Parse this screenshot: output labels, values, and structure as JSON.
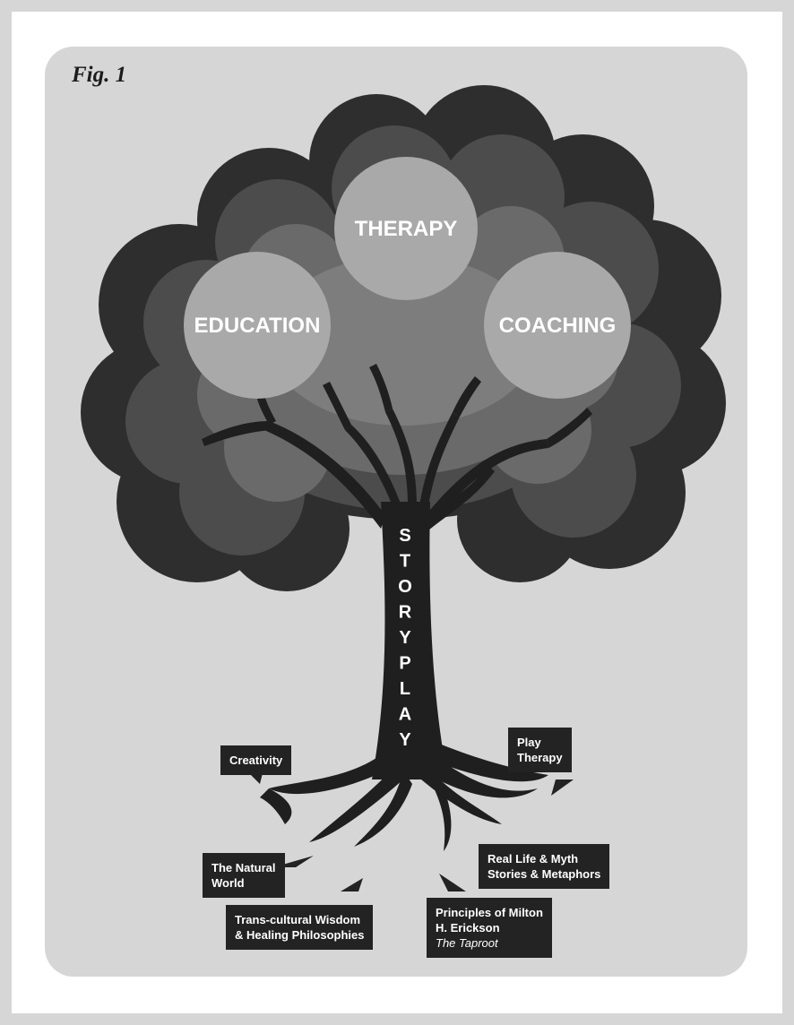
{
  "figure": {
    "label": "Fig. 1"
  },
  "canopy": {
    "circles": [
      {
        "id": "therapy",
        "label": "THERAPY"
      },
      {
        "id": "education",
        "label": "EDUCATION"
      },
      {
        "id": "coaching",
        "label": "COACHING"
      }
    ]
  },
  "trunk": {
    "label": "STORYPLAY",
    "letters": [
      "S",
      "T",
      "O",
      "R",
      "Y",
      "P",
      "L",
      "A",
      "Y"
    ]
  },
  "roots": {
    "creativity": {
      "lines": [
        "Creativity"
      ]
    },
    "play_therapy": {
      "lines": [
        "Play",
        "Therapy"
      ]
    },
    "natural_world": {
      "lines": [
        "The Natural",
        "World"
      ]
    },
    "real_life": {
      "lines": [
        "Real Life & Myth",
        "Stories & Metaphors"
      ]
    },
    "trans_cultural": {
      "lines": [
        "Trans-cultural Wisdom",
        "& Healing Philosophies"
      ]
    },
    "erickson": {
      "lines": [
        "Principles of Milton",
        "H. Erickson"
      ],
      "italic_line": "The Taproot"
    }
  },
  "colors": {
    "background": "#d6d6d6",
    "canopy_outer": "#2e2e2e",
    "canopy_mid": "#4c4c4c",
    "canopy_inner": "#6a6a6a",
    "canopy_center": "#7d7d7d",
    "circle_fill": "#a9a9a9",
    "trunk": "#1f1f1f",
    "callout_fill": "#232323"
  }
}
